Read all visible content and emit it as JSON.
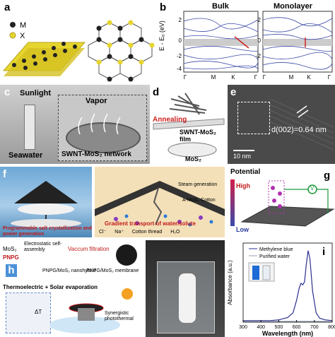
{
  "panel_labels": {
    "a": "a",
    "b": "b",
    "c": "c",
    "d": "d",
    "e": "e",
    "f": "f",
    "g": "g",
    "h": "h",
    "i": "i"
  },
  "panel_a": {
    "legend_m": "M",
    "legend_x": "X"
  },
  "panel_b": {
    "bulk_title": "Bulk",
    "mono_title": "Monolayer",
    "ylabel": "E - Eₒ (eV)",
    "yticks": [
      "2",
      "0",
      "-2",
      "-4"
    ],
    "xticks": [
      "Γ",
      "M",
      "K",
      "Γ"
    ]
  },
  "panel_c": {
    "sunlight": "Sunlight",
    "vapor": "Vapor",
    "seawater": "Seawater",
    "network": "SWNT-MoS₂ network"
  },
  "panel_d": {
    "annealing": "Annealing",
    "film": "SWNT-MoS₂ film",
    "mos2": "MoS₂"
  },
  "panel_e": {
    "d_spacing": "d(002)=0.64 nm",
    "scale": "10 nm"
  },
  "panel_f": {
    "caption": "Programmable salt crystallization and power generation",
    "steam": "Steam generation",
    "amos": "A-MoS₂ Cotton",
    "gradient": "Gradient transport of water/solute",
    "legend": [
      "Cl⁻",
      "Na⁺",
      "Cotton thread",
      "H₂O"
    ]
  },
  "panel_g": {
    "potential": "Potential",
    "high": "High",
    "low": "Low",
    "v": "V"
  },
  "panel_h": {
    "mos2": "MoS₂",
    "pnpg": "PNPG",
    "selfassembly": "Electrostatic self-assembly",
    "vacuum": "Vaccum filtration",
    "nanohybrid": "PNPG/MoS₂ nanohybrid",
    "membrane": "PNPG/MoS₂ membrane",
    "thermo": "Thermoelectric + Solar evaporation",
    "synergistic": "Synergistic photothermal",
    "dt": "ΔT"
  },
  "chart_data": {
    "type": "line",
    "xlabel": "Wavelength (nm)",
    "ylabel": "Absorbance (a.u.)",
    "xlim": [
      300,
      800
    ],
    "xticks": [
      300,
      400,
      500,
      600,
      700,
      800
    ],
    "legend_placement": "top-left",
    "series": [
      {
        "name": "Methylene blue",
        "color": "#2b2f8f",
        "x": [
          300,
          350,
          400,
          450,
          500,
          550,
          580,
          600,
          615,
          625,
          635,
          645,
          655,
          665,
          675,
          690,
          710,
          730,
          760,
          800
        ],
        "y": [
          0.02,
          0.02,
          0.02,
          0.02,
          0.03,
          0.06,
          0.12,
          0.28,
          0.44,
          0.5,
          0.48,
          0.52,
          0.75,
          0.92,
          0.82,
          0.4,
          0.12,
          0.05,
          0.03,
          0.02
        ]
      },
      {
        "name": "Purified water",
        "color": "#9aa0b8",
        "x": [
          300,
          400,
          500,
          600,
          700,
          800
        ],
        "y": [
          0.01,
          0.01,
          0.01,
          0.01,
          0.01,
          0.01
        ]
      }
    ]
  }
}
